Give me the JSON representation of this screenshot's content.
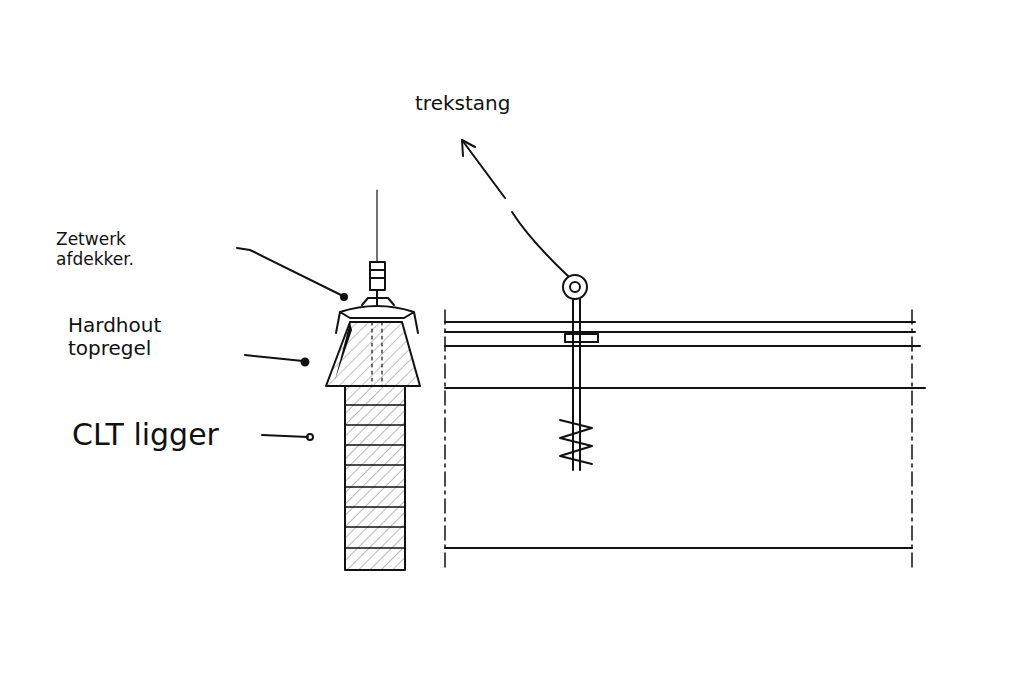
{
  "diagram": {
    "labels": [
      "trekstang",
      "Zetwerk afdekker.",
      "Hardhout topregel",
      "CLT ligger"
    ]
  }
}
